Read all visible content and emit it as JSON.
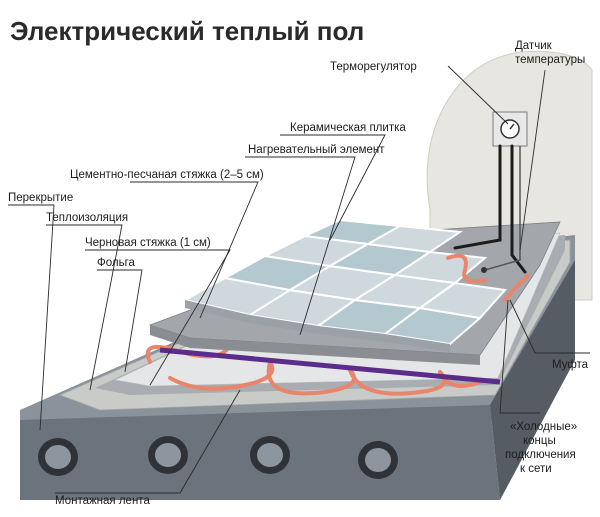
{
  "title": "Электрический теплый пол",
  "labels": {
    "thermostat": "Терморегулятор",
    "sensor_line1": "Датчик",
    "sensor_line2": "температуры",
    "tile": "Керамическая плитка",
    "heating_element": "Нагревательный элемент",
    "screed": "Цементно-песчаная стяжка (2–5 см)",
    "slab": "Перекрытие",
    "insulation": "Теплоизоляция",
    "rough_screed": "Черновая стяжка (1 см)",
    "foil": "Фольга",
    "coupling": "Муфта",
    "cold_line1": "«Холодные»",
    "cold_line2": "концы",
    "cold_line3": "подключения",
    "cold_line4": "к сети",
    "mounting_tape": "Монтажная лента"
  },
  "colors": {
    "slab": "#7f8791",
    "slab_dark": "#5b626b",
    "insulation": "#c9cbc8",
    "screed": "#a9acaf",
    "tile": "#cfd8dc",
    "tile_alt": "#b4c8cf",
    "cable": "#e8856b",
    "tape": "#5b2c8a",
    "wall": "#e7e6e0"
  }
}
